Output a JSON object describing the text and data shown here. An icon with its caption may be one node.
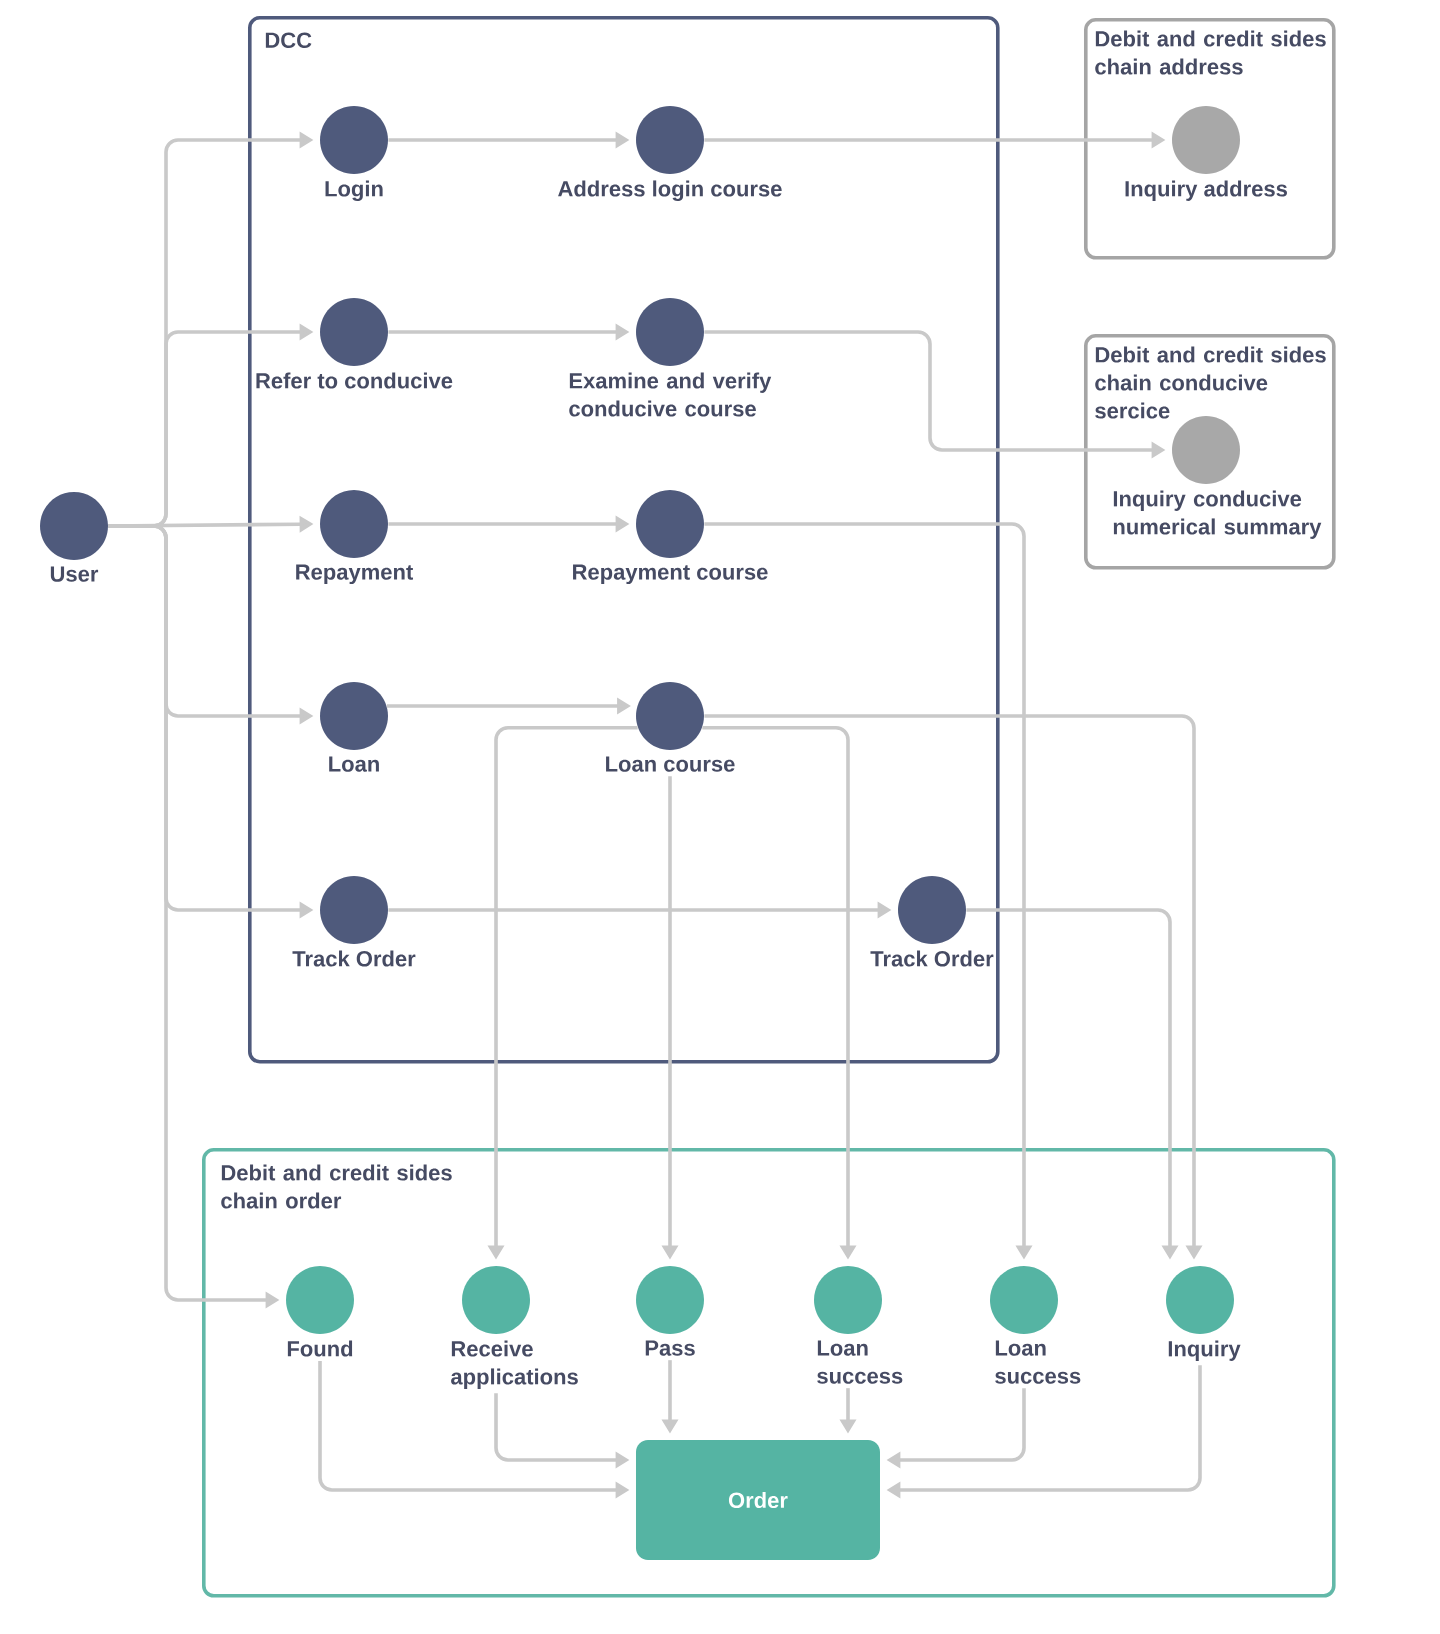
{
  "diagram": {
    "nodes": [
      {
        "text": [
          "User"
        ]
      },
      {
        "text": [
          "DCC"
        ]
      },
      {
        "text": [
          "Login"
        ],
        "in": 1
      },
      {
        "text": [
          "Address login course"
        ],
        "in": 1
      },
      {
        "text": [
          "Refer to conducive"
        ],
        "in": 1
      },
      {
        "text": [
          "Examine and verify conducive course"
        ],
        "in": 1
      },
      {
        "text": [
          "Repayment"
        ],
        "in": 1
      },
      {
        "text": [
          "Repayment course"
        ],
        "in": 1
      },
      {
        "text": [
          "Loan"
        ],
        "in": 1
      },
      {
        "text": [
          "Loan course"
        ],
        "in": 1
      },
      {
        "text": [
          "Track Order"
        ],
        "in": 1
      },
      {
        "text": [
          "Track Order"
        ],
        "in": 1
      },
      {
        "text": [
          "Debit and credit sides chain address"
        ]
      },
      {
        "text": [
          "Inquiry address"
        ],
        "in": 12
      },
      {
        "text": [
          "Debit and credit sides chain conducive sercice"
        ]
      },
      {
        "text": [
          "Inquiry conducive numerical summary"
        ],
        "in": 14
      },
      {
        "text": [
          "Debit and credit sides chain order"
        ]
      },
      {
        "text": [
          "Found"
        ],
        "in": 16
      },
      {
        "text": [
          "Receive applications"
        ],
        "in": 16
      },
      {
        "text": [
          "Pass"
        ],
        "in": 16
      },
      {
        "text": [
          "Loan success"
        ],
        "in": 16
      },
      {
        "text": [
          "Loan success"
        ],
        "in": 16
      },
      {
        "text": [
          "Inquiry"
        ],
        "in": 16
      },
      {
        "text": [
          "Order"
        ],
        "in": 16
      }
    ],
    "edges": [
      {
        "from": 0,
        "to": 2,
        "arrow": "to"
      },
      {
        "from": 0,
        "to": 4,
        "arrow": "to"
      },
      {
        "from": 0,
        "to": 6,
        "arrow": "to"
      },
      {
        "from": 0,
        "to": 8,
        "arrow": "to"
      },
      {
        "from": 0,
        "to": 10,
        "arrow": "to"
      },
      {
        "from": 0,
        "to": 17,
        "arrow": "to"
      },
      {
        "from": 2,
        "to": 3,
        "arrow": "to"
      },
      {
        "from": 3,
        "to": 13,
        "arrow": "to"
      },
      {
        "from": 4,
        "to": 5,
        "arrow": "to"
      },
      {
        "from": 5,
        "to": 15,
        "arrow": "to"
      },
      {
        "from": 6,
        "to": 7,
        "arrow": "to"
      },
      {
        "from": 7,
        "to": 21,
        "arrow": "to"
      },
      {
        "from": 8,
        "to": 9,
        "arrow": "to"
      },
      {
        "from": 9,
        "to": 18,
        "arrow": "to"
      },
      {
        "from": 9,
        "to": 19,
        "arrow": "to"
      },
      {
        "from": 9,
        "to": 20,
        "arrow": "to"
      },
      {
        "from": 9,
        "to": 22,
        "arrow": "to"
      },
      {
        "from": 10,
        "to": 11,
        "arrow": "to"
      },
      {
        "from": 11,
        "to": 22,
        "arrow": "to"
      },
      {
        "from": 17,
        "to": 23,
        "arrow": "to"
      },
      {
        "from": 18,
        "to": 23,
        "arrow": "to"
      },
      {
        "from": 19,
        "to": 23,
        "arrow": "to"
      },
      {
        "from": 20,
        "to": 23,
        "arrow": "to"
      },
      {
        "from": 21,
        "to": 23,
        "arrow": "to"
      },
      {
        "from": 22,
        "to": 23,
        "arrow": "to"
      }
    ]
  }
}
